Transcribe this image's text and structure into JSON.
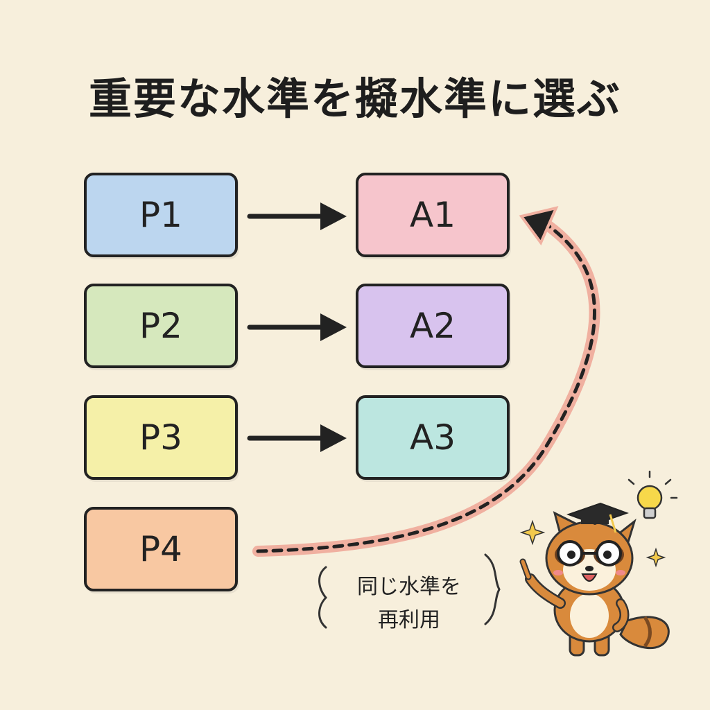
{
  "title": "重要な水準を擬水準に選ぶ",
  "left_boxes": [
    {
      "label": "P1",
      "color": "#bcd6ef"
    },
    {
      "label": "P2",
      "color": "#d6e8bd"
    },
    {
      "label": "P3",
      "color": "#f5f0a8"
    },
    {
      "label": "P4",
      "color": "#f8c8a2"
    }
  ],
  "right_boxes": [
    {
      "label": "A1",
      "color": "#f6c5cc"
    },
    {
      "label": "A2",
      "color": "#d8c3ee"
    },
    {
      "label": "A3",
      "color": "#bce6e0"
    }
  ],
  "reuse_note": {
    "line1": "同じ水準を",
    "line2": "再利用"
  },
  "colors": {
    "background": "#f7efdc",
    "curve": "#f0b0a0",
    "outline": "#222222"
  }
}
